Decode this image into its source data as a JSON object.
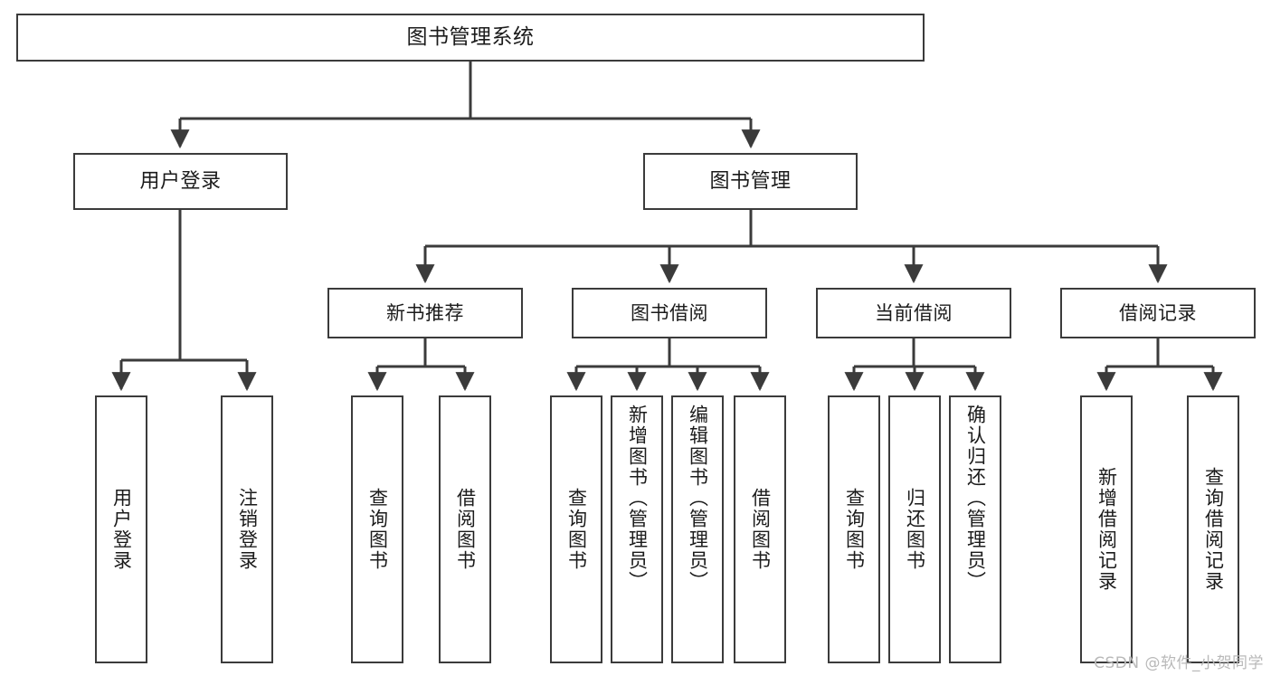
{
  "diagram": {
    "title": "图书管理系统",
    "root": {
      "label": "图书管理系统"
    },
    "level2": [
      {
        "label": "用户登录"
      },
      {
        "label": "图书管理"
      }
    ],
    "level3": [
      {
        "label": "新书推荐"
      },
      {
        "label": "图书借阅"
      },
      {
        "label": "当前借阅"
      },
      {
        "label": "借阅记录"
      }
    ],
    "leaves": [
      {
        "label": "用户登录"
      },
      {
        "label": "注销登录"
      },
      {
        "label": "查询图书"
      },
      {
        "label": "借阅图书"
      },
      {
        "label": "查询图书"
      },
      {
        "label": "新增图书（管理员）"
      },
      {
        "label": "编辑图书（管理员）"
      },
      {
        "label": "借阅图书"
      },
      {
        "label": "查询图书"
      },
      {
        "label": "归还图书"
      },
      {
        "label": "确认归还（管理员）"
      },
      {
        "label": "新增借阅记录"
      },
      {
        "label": "查询借阅记录"
      }
    ],
    "colors": {
      "box_border": "#3b3b3b",
      "box_fill": "#ffffff",
      "connector": "#3b3b3b",
      "text": "#1b1b1b",
      "watermark": "#b9b9b9",
      "background": "#ffffff"
    }
  },
  "watermark": {
    "text": "CSDN @软件_小贺同学"
  }
}
